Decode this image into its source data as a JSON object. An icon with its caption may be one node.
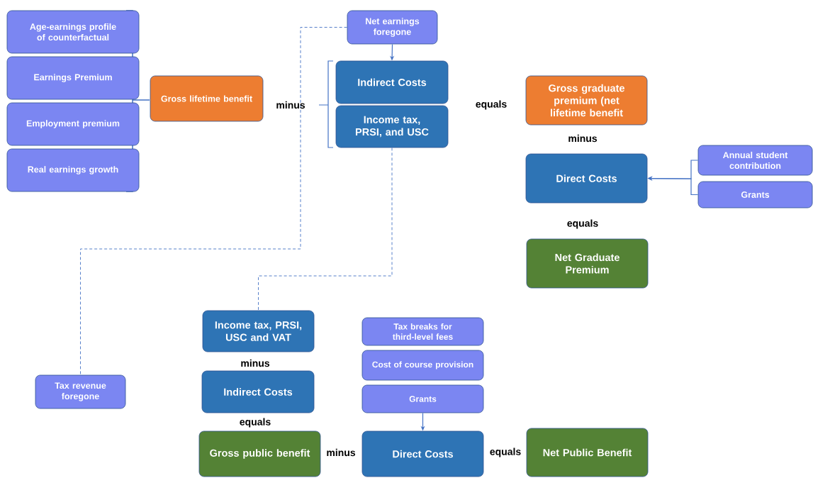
{
  "diagram": {
    "nodes": [
      {
        "text": [
          "Age-earnings profile of counterfactual"
        ]
      },
      {
        "text": [
          "Earnings Premium"
        ]
      },
      {
        "text": [
          "Employment premium"
        ]
      },
      {
        "text": [
          "Real earnings growth"
        ]
      },
      {
        "text": [
          "Gross lifetime benefit"
        ]
      },
      {
        "text": [
          "Net earnings foregone"
        ]
      },
      {
        "text": [
          "Indirect Costs"
        ]
      },
      {
        "text": [
          "Income tax, PRSI, and USC"
        ]
      },
      {
        "text": [
          "Gross graduate premium (net lifetime benefit"
        ]
      },
      {
        "text": [
          "Direct Costs"
        ]
      },
      {
        "text": [
          "Annual student contribution"
        ]
      },
      {
        "text": [
          "Grants"
        ]
      },
      {
        "text": [
          "Net Graduate Premium"
        ]
      },
      {
        "text": [
          "Tax revenue foregone"
        ]
      },
      {
        "text": [
          "Income tax, PRSI, USC and VAT"
        ]
      },
      {
        "text": [
          "Indirect Costs"
        ]
      },
      {
        "text": [
          "Gross public benefit"
        ]
      },
      {
        "text": [
          "Tax breaks for third-level fees"
        ]
      },
      {
        "text": [
          "Cost of course provision"
        ]
      },
      {
        "text": [
          "Grants"
        ]
      },
      {
        "text": [
          "Direct Costs"
        ]
      },
      {
        "text": [
          "Net Public Benefit"
        ]
      }
    ],
    "edges": [
      {
        "from": 5,
        "to": 6,
        "arrow": "to"
      },
      {
        "from": 5,
        "to": 13,
        "arrow": "none",
        "style": "dashed"
      },
      {
        "from": 7,
        "to": 14,
        "arrow": "none",
        "style": "dashed"
      },
      {
        "from": 10,
        "to": 9,
        "arrow": "to"
      },
      {
        "from": 11,
        "to": 9,
        "arrow": "to"
      },
      {
        "from": 19,
        "to": 20,
        "arrow": "to"
      }
    ],
    "labels": [
      "minus",
      "equals",
      "minus",
      "equals",
      "minus",
      "equals",
      "minus",
      "equals"
    ]
  }
}
